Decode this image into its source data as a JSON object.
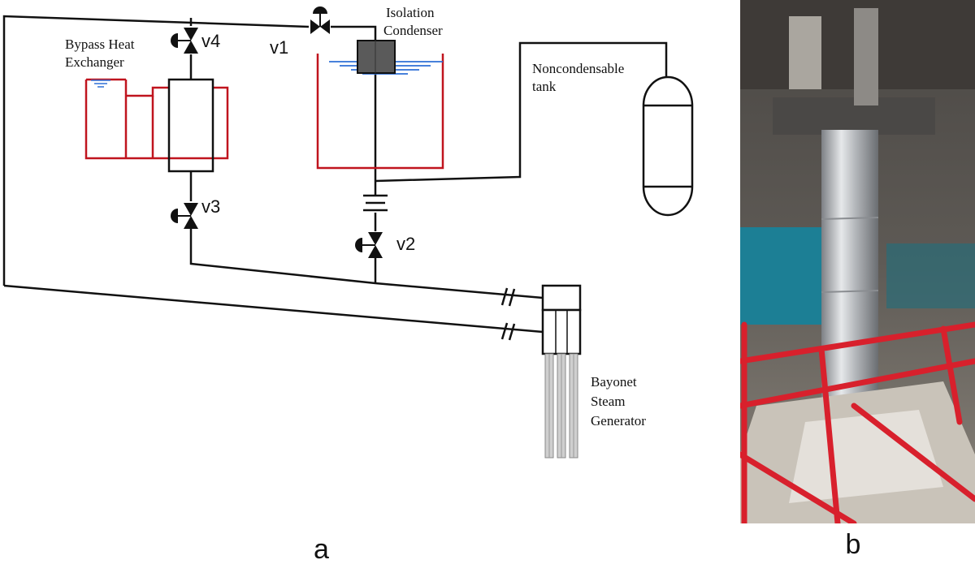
{
  "panel_a": {
    "label": "a",
    "components": {
      "bypass_heat_exchanger": [
        "Bypass Heat",
        "Exchanger"
      ],
      "isolation_condenser": [
        "Isolation",
        "Condenser"
      ],
      "noncondensable_tank": [
        "Noncondensable",
        "tank"
      ],
      "bayonet_steam_generator": [
        "Bayonet",
        "Steam",
        "Generator"
      ]
    },
    "valves": [
      "v1",
      "v2",
      "v3",
      "v4"
    ]
  },
  "panel_b": {
    "label": "b",
    "description_icon": "photo-of-test-facility"
  },
  "colors": {
    "pipe": "#111111",
    "tank_outline": "#c0141e",
    "water": "#2e6fd6",
    "railing": "#d8202c",
    "steel": "#b9bcbf"
  }
}
